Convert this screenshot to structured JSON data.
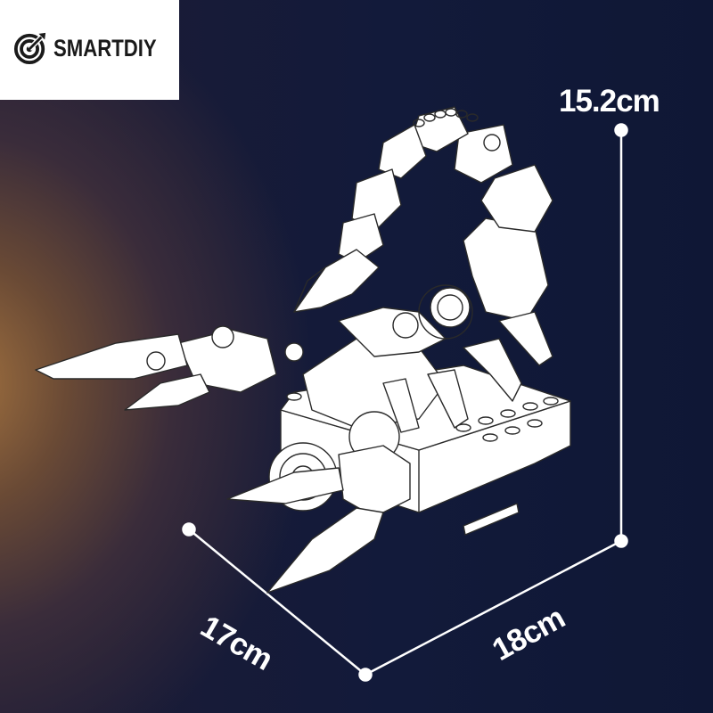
{
  "brand": {
    "name": "SMARTDIY",
    "logo_icon": "target-arrow-icon"
  },
  "dimensions": {
    "height": "15.2cm",
    "depth": "17cm",
    "width": "18cm"
  },
  "product": {
    "subject": "scorpion-brick-model",
    "illustration": "line-drawing-white"
  },
  "colors": {
    "background_dark": "#121a3a",
    "background_warm": "#a1713f",
    "line": "#ffffff",
    "logo_bg": "#ffffff",
    "logo_text": "#1a1a1a"
  }
}
